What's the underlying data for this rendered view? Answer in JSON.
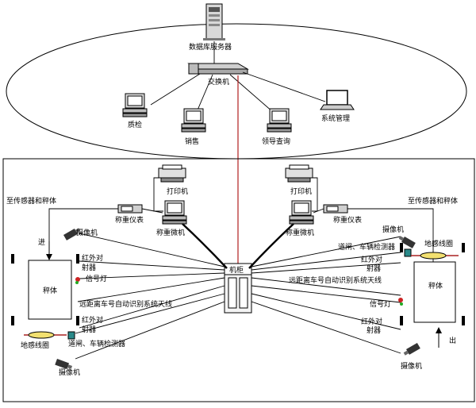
{
  "network": {
    "db_server": "数据库服务器",
    "switch": "交换机",
    "quality": "质检",
    "sales": "销售",
    "leader_query": "领导查询",
    "sys_admin": "系统管理"
  },
  "site": {
    "printer_left": "打印机",
    "printer_right": "打印机",
    "to_sensor_left": "至传感器和秤体",
    "to_sensor_right": "至传感器和秤体",
    "meter_left": "称重仪表",
    "meter_right": "称重仪表",
    "weigh_pc_left": "称重微机",
    "weigh_pc_right": "称重微机",
    "cabinet": "机柜",
    "entry": "进",
    "exit": "出",
    "scale_left": "秤体",
    "scale_right": "秤体",
    "camera_top_left": "摄像机",
    "camera_bottom_left": "摄像机",
    "camera_top_right": "摄像机",
    "camera_bottom_right": "摄像机",
    "ir_left_1": "红外对",
    "ir_left_1b": "射器",
    "ir_left_2": "红外对",
    "ir_left_2b": "射器",
    "ir_right_1": "红外对",
    "ir_right_1b": "射器",
    "ir_right_2": "红外对",
    "ir_right_2b": "射器",
    "signal_left": "信号灯",
    "signal_right": "信号灯",
    "antenna_left": "远距离车号自动识别系统天线",
    "antenna_right": "远距离车号自动识别系统天线",
    "loop_left": "地感线圈",
    "loop_right": "地感线圈",
    "detector_left": "道闸、车辆检测器",
    "detector_right": "道闸、车辆检测器"
  }
}
